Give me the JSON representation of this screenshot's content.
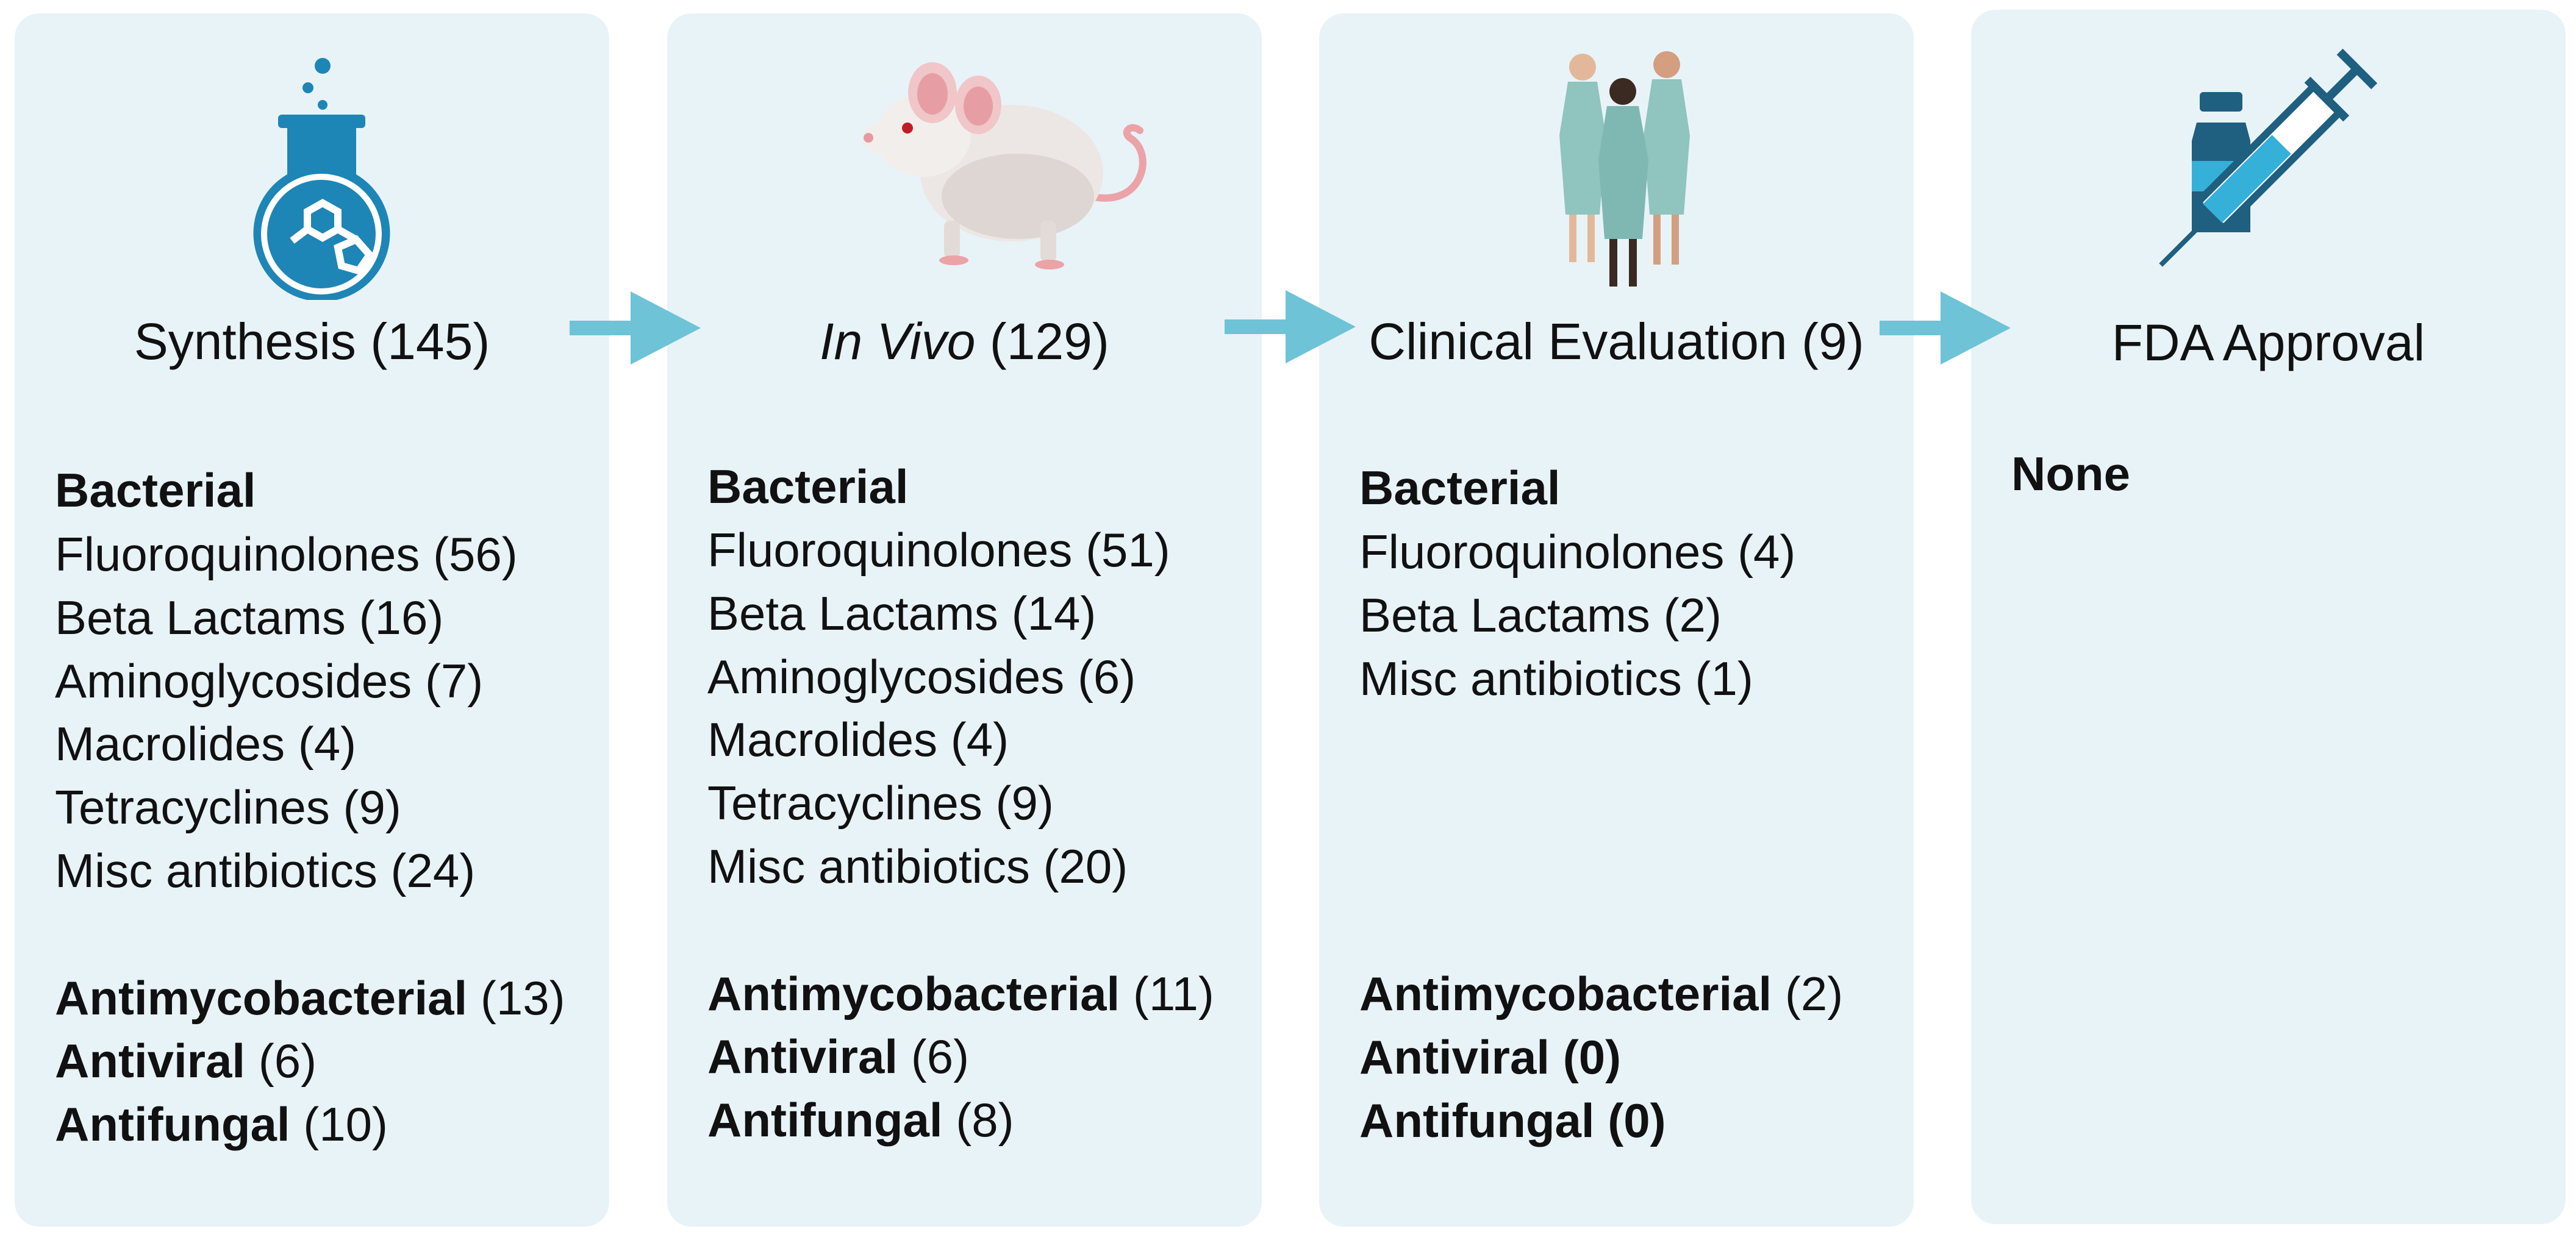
{
  "stages": [
    {
      "title": "Synthesis (145)",
      "bacterial": {
        "heading": "Bacterial",
        "items": [
          "Fluoroquinolones (56)",
          "Beta Lactams (16)",
          "Aminoglycosides (7)",
          "Macrolides (4)",
          "Tetracyclines (9)",
          "Misc antibiotics (24)"
        ]
      },
      "other": [
        {
          "label": "Antimycobacterial",
          "count": " (13)"
        },
        {
          "label": "Antiviral",
          "count": " (6)"
        },
        {
          "label": "Antifungal",
          "count": " (10)"
        }
      ]
    },
    {
      "title_italic": "In Vivo",
      "title_rest": " (129)",
      "bacterial": {
        "heading": "Bacterial",
        "items": [
          "Fluoroquinolones (51)",
          "Beta Lactams (14)",
          "Aminoglycosides (6)",
          "Macrolides (4)",
          "Tetracyclines (9)",
          "Misc antibiotics (20)"
        ]
      },
      "other": [
        {
          "label": "Antimycobacterial",
          "count": " (11)"
        },
        {
          "label": "Antiviral",
          "count": " (6)"
        },
        {
          "label": "Antifungal",
          "count": " (8)"
        }
      ]
    },
    {
      "title": "Clinical Evaluation (9)",
      "bacterial": {
        "heading": "Bacterial",
        "items": [
          "Fluoroquinolones (4)",
          "Beta Lactams (2)",
          "Misc antibiotics (1)"
        ]
      },
      "other": [
        {
          "label": "Antimycobacterial",
          "count": " (2)"
        },
        {
          "label": "Antiviral (0)"
        },
        {
          "label": "Antifungal (0)"
        }
      ]
    },
    {
      "title": "FDA Approval",
      "result": "None"
    }
  ],
  "colors": {
    "panel_bg": "#e8f3f8",
    "arrow": "#6ec3d6",
    "flask": "#1d86b6",
    "gown": "#8fc4bf"
  },
  "icons": [
    "flask-icon",
    "mouse-icon",
    "patients-icon",
    "vaccine-syringe-icon",
    "arrow-right-icon"
  ]
}
